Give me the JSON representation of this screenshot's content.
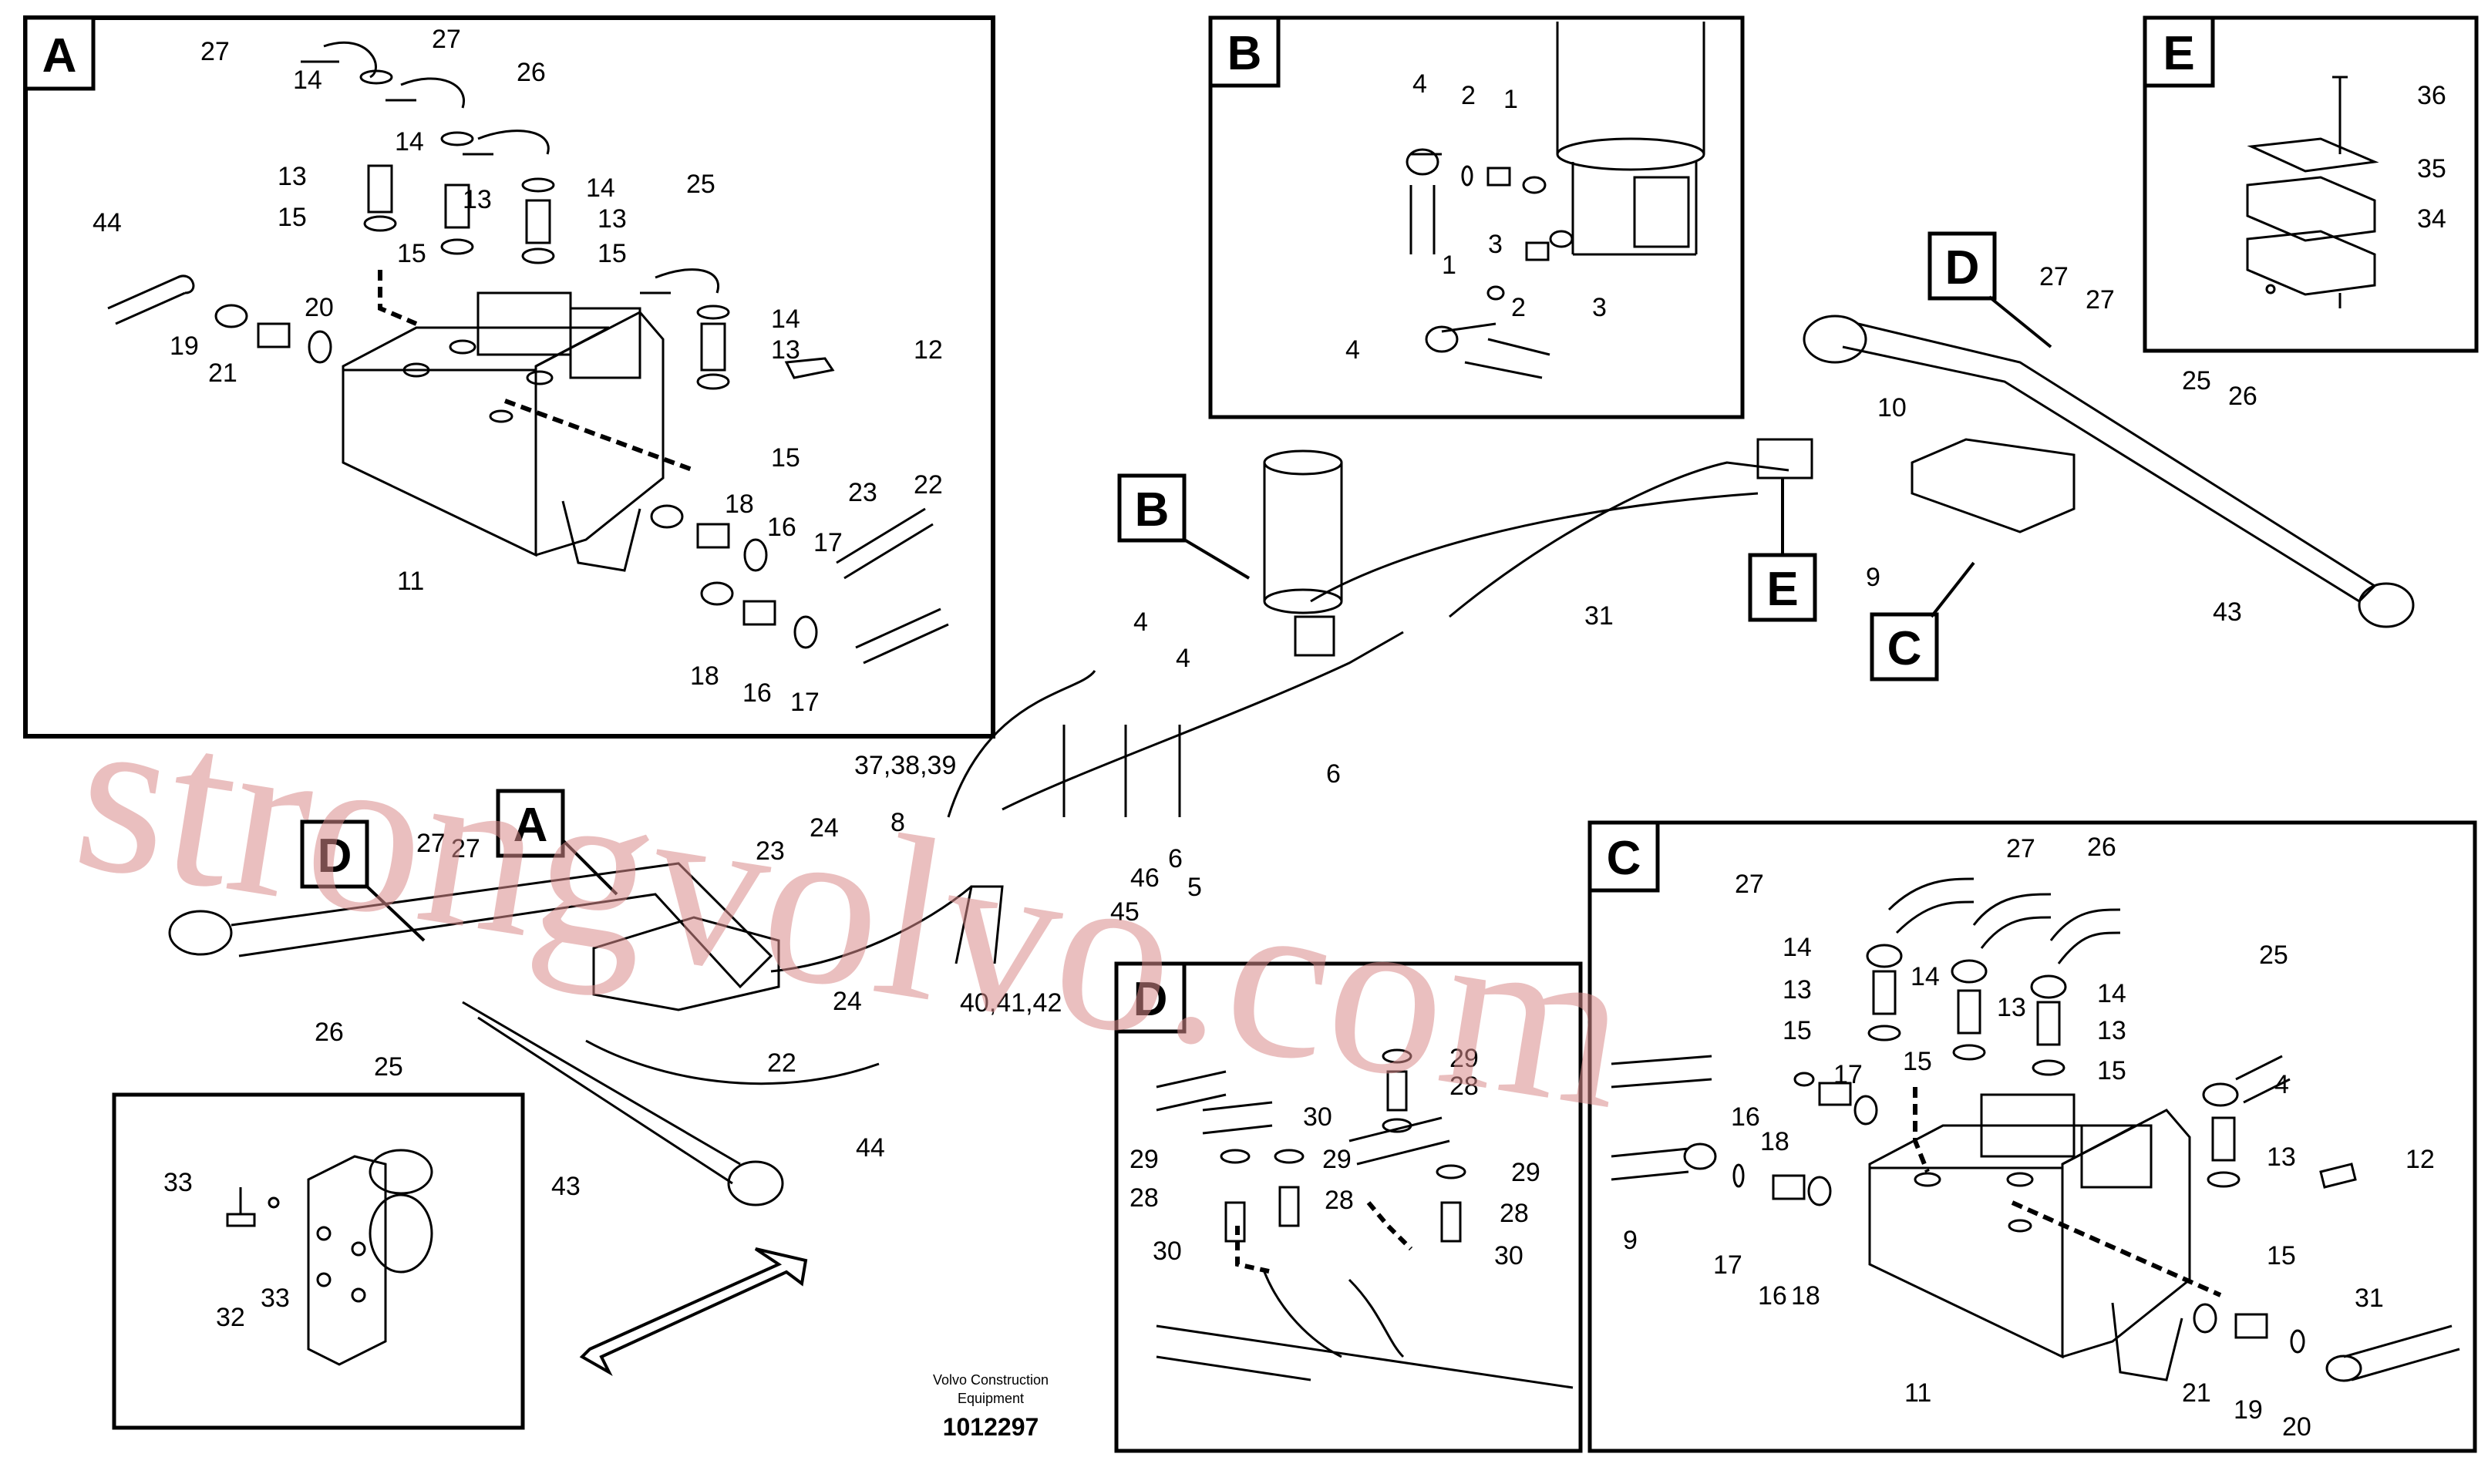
{
  "panels": {
    "A": {
      "letter": "A",
      "labels": [
        "27",
        "14",
        "27",
        "14",
        "26",
        "13",
        "14",
        "13",
        "15",
        "13",
        "15",
        "15",
        "44",
        "25",
        "20",
        "14",
        "13",
        "19",
        "12",
        "21",
        "15",
        "18",
        "16",
        "23",
        "22",
        "17",
        "11",
        "18",
        "16",
        "17"
      ]
    },
    "B": {
      "letter": "B",
      "labels": [
        "4",
        "2",
        "1",
        "3",
        "1",
        "2",
        "3",
        "4"
      ]
    },
    "E": {
      "letter": "E",
      "labels": [
        "36",
        "35",
        "34"
      ]
    },
    "C": {
      "letter": "C",
      "labels": [
        "27",
        "27",
        "26",
        "14",
        "14",
        "14",
        "13",
        "13",
        "13",
        "25",
        "15",
        "15",
        "15",
        "17",
        "4",
        "16",
        "13",
        "18",
        "12",
        "9",
        "15",
        "17",
        "16",
        "18",
        "31",
        "11",
        "21",
        "19",
        "20"
      ]
    },
    "D": {
      "letter": "D",
      "labels": [
        "29",
        "28",
        "30",
        "29",
        "29",
        "29",
        "28",
        "28",
        "28",
        "30",
        "30"
      ]
    },
    "detail": {
      "labels": [
        "33",
        "32",
        "33"
      ]
    }
  },
  "overview": {
    "callouts": [
      "A",
      "B",
      "C",
      "D",
      "E"
    ],
    "labels": [
      "31",
      "10",
      "27",
      "27",
      "25",
      "26",
      "9",
      "43",
      "4",
      "4",
      "6",
      "37,38,39",
      "8",
      "46",
      "6",
      "5",
      "45",
      "27",
      "27",
      "23",
      "24",
      "24",
      "22",
      "26",
      "25",
      "43",
      "44",
      "40,41,42"
    ]
  },
  "footer": {
    "company": "Volvo Construction Equipment",
    "company_line1": "Volvo Construction",
    "company_line2": "Equipment",
    "doc_number": "1012297"
  },
  "watermark": "strongvolvo.com"
}
